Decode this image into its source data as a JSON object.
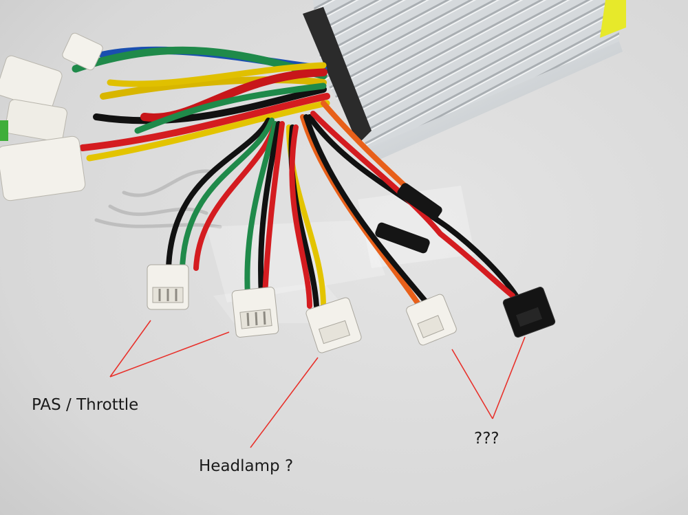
{
  "annotations": {
    "pas_throttle": "PAS / Throttle",
    "headlamp": "Headlamp ?",
    "unknown": "???"
  },
  "colors": {
    "annotation_line": "#e8302a",
    "surface": "#dcdcdc",
    "housing": "#cfd3d6",
    "end_cap_tape": "#e7e92a"
  },
  "wire_colors": [
    "black",
    "red",
    "yellow",
    "green",
    "blue",
    "orange"
  ],
  "objects": [
    "e-bike-controller",
    "wire-harness",
    "jst-connector-3pin",
    "jst-connector-3pin",
    "jst-connector-3pin",
    "jst-connector-2pin",
    "sm-connector-2pin-black",
    "clear-tape",
    "heat-shrink-sleeve"
  ]
}
